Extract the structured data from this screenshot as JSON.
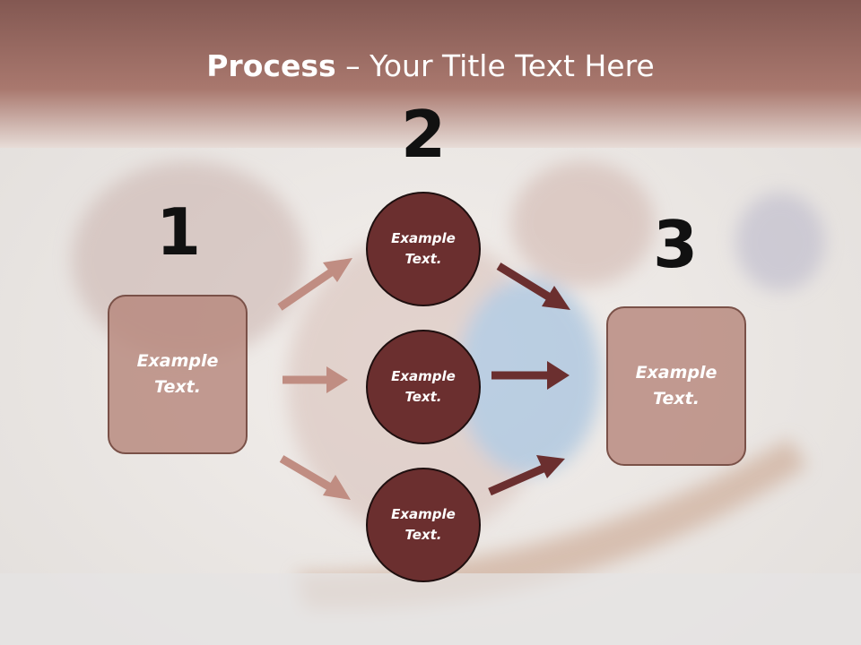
{
  "title": {
    "bold": "Process",
    "dash": " – ",
    "rest": "Your Title Text Here"
  },
  "steps": [
    {
      "number": "1",
      "box_text": "Example Text."
    },
    {
      "number": "2",
      "circles": [
        "Example Text.",
        "Example Text.",
        "Example Text."
      ]
    },
    {
      "number": "3",
      "box_text": "Example Text."
    }
  ],
  "colors": {
    "header": "#a3706a",
    "box_fill": "#b7887c",
    "circle_fill": "#6b2f2f",
    "arrow_light": "#c08d82",
    "arrow_dark": "#6b2f2f"
  }
}
